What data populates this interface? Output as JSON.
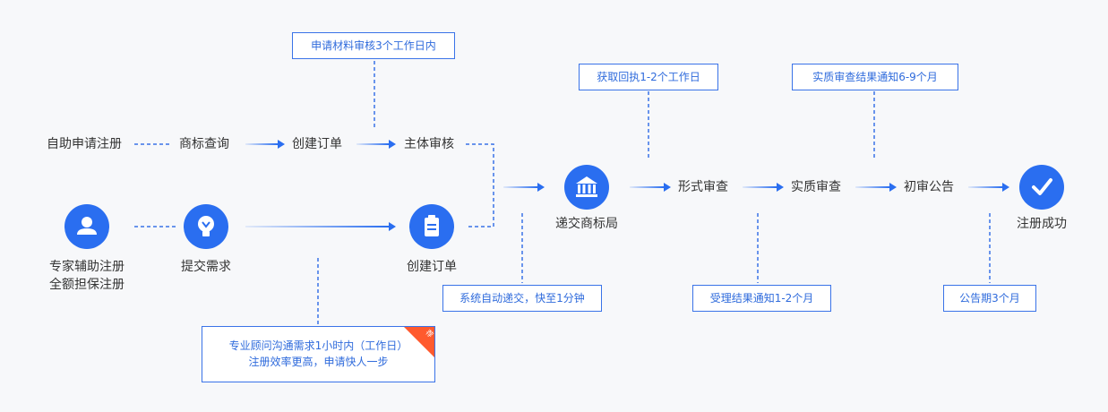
{
  "colors": {
    "accent": "#2a6ef0",
    "box_border": "#3a73e8",
    "box_text": "#2f6bdc",
    "ribbon": "#ff5a2e",
    "background": "#f7f8fa"
  },
  "steps": {
    "self_register": "自助申请注册",
    "trademark_query": "商标查询",
    "create_order_top": "创建订单",
    "entity_review": "主体审核",
    "expert_line1": "专家辅助注册",
    "expert_line2": "全额担保注册",
    "submit_needs": "提交需求",
    "create_order_bottom": "创建订单",
    "submit_office": "递交商标局",
    "formal_review": "形式审查",
    "substantive_review": "实质审查",
    "prelim_announce": "初审公告",
    "registered": "注册成功"
  },
  "notes": {
    "material_review": "申请材料审核3个工作日内",
    "receipt": "获取回执1-2个工作日",
    "substantive_result": "实质审查结果通知6-9个月",
    "auto_submit": "系统自动递交，快至1分钟",
    "acceptance_result": "受理结果通知1-2个月",
    "announce_period": "公告期3个月",
    "consultant_line1": "专业顾问沟通需求1小时内（工作日）",
    "consultant_line2": "注册效率更高，申请快人一步",
    "consultant_badge": "荐"
  },
  "icons": {
    "expert": "person-icon",
    "submit_needs": "lightbulb-icon",
    "create_order": "clipboard-icon",
    "office": "government-building-icon",
    "registered": "checkmark-icon"
  }
}
